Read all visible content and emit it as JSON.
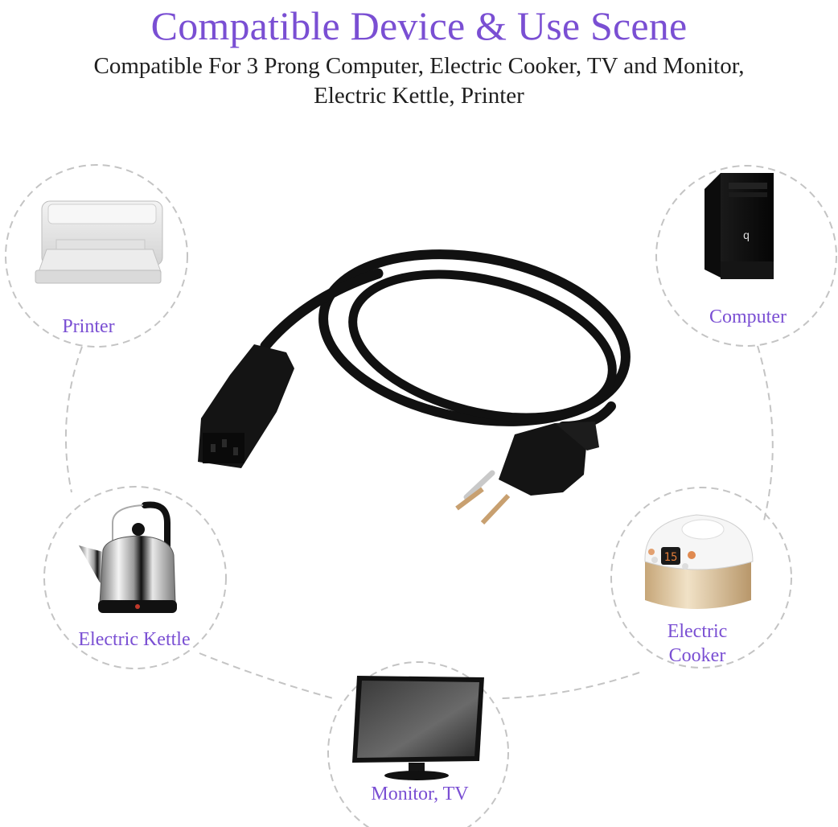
{
  "header": {
    "title": "Compatible Device & Use Scene",
    "subtitle": "Compatible For 3 Prong Computer, Electric Cooker, TV and Monitor, Electric Kettle, Printer"
  },
  "colors": {
    "accent": "#7a4fd3",
    "subtitle": "#1f1f1f",
    "dash": "#c4c4c4",
    "cable": "#111111"
  },
  "devices": [
    {
      "id": "printer",
      "label": "Printer",
      "icon": "printer-icon"
    },
    {
      "id": "computer",
      "label": "Computer",
      "icon": "desktop-tower-icon"
    },
    {
      "id": "kettle",
      "label": "Electric Kettle",
      "icon": "kettle-icon"
    },
    {
      "id": "cooker",
      "label_line1": "Electric",
      "label_line2": "Cooker",
      "icon": "rice-cooker-icon"
    },
    {
      "id": "monitor",
      "label": "Monitor, TV",
      "icon": "monitor-icon"
    }
  ],
  "center": {
    "icon": "power-cord-icon",
    "display_text": "15"
  }
}
